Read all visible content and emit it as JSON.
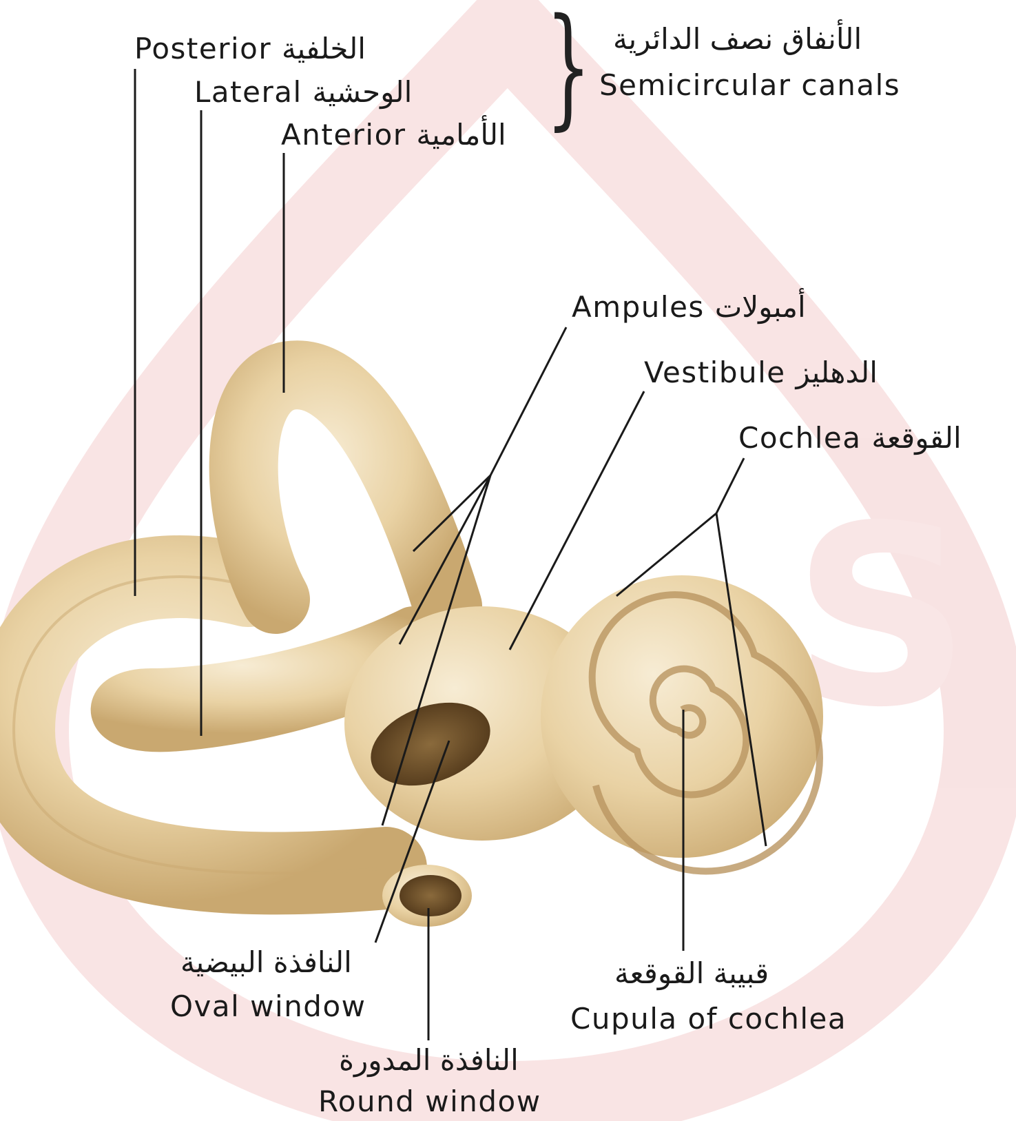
{
  "labels": {
    "semicircular": {
      "ar": "الأنفاق نصف الدائرية",
      "en": "Semicircular canals"
    },
    "posterior": {
      "en": "Posterior",
      "ar": "الخلفية"
    },
    "lateral": {
      "en": "Lateral",
      "ar": "الوحشية"
    },
    "anterior": {
      "en": "Anterior",
      "ar": "الأمامية"
    },
    "ampules": {
      "en": "Ampules",
      "ar": "أمبولات"
    },
    "vestibule": {
      "en": "Vestibule",
      "ar": "الدهليز"
    },
    "cochlea": {
      "en": "Cochlea",
      "ar": "القوقعة"
    },
    "oval_window": {
      "ar": "النافذة البيضية",
      "en": "Oval window"
    },
    "round_window": {
      "ar": "النافذة المدورة",
      "en": "Round window"
    },
    "cupula": {
      "ar": "قبيبة القوقعة",
      "en": "Cupula of cochlea"
    }
  },
  "brace_glyph": "}",
  "colors": {
    "bone": "#e9d2a4",
    "bone_shadow": "#c9a870",
    "bone_highlight": "#f7ecd4",
    "window": "#6b4e2a",
    "watermark": "#f6d4d4",
    "leader": "#1a1a1a"
  }
}
